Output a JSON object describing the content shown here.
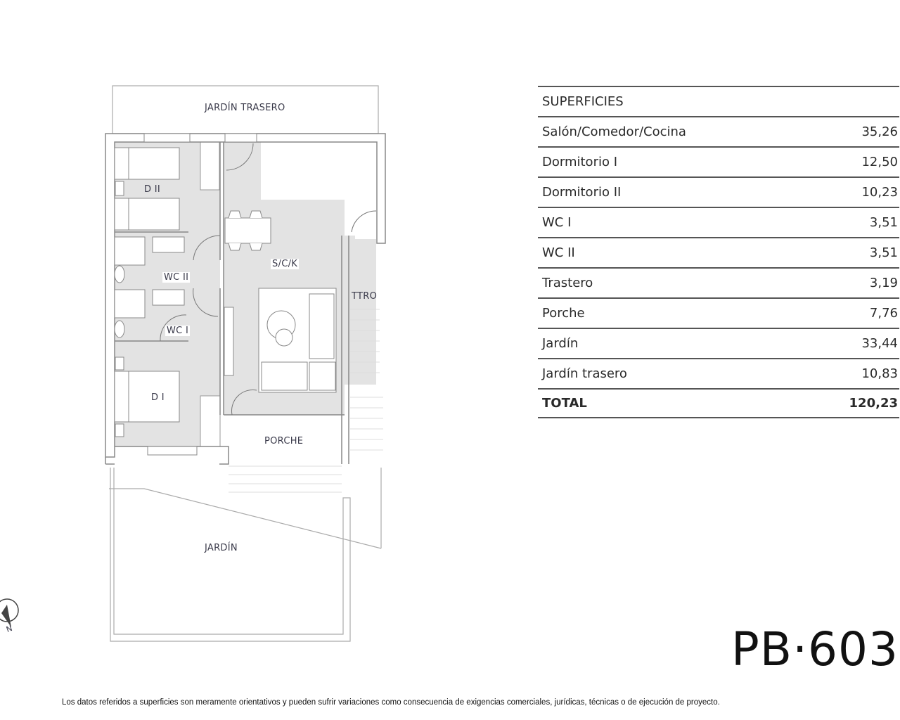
{
  "plan": {
    "labels": {
      "jardin_trasero": "JARDÍN TRASERO",
      "d2": "D II",
      "d1": "D I",
      "wc2": "WC II",
      "wc1": "WC I",
      "sck": "S/C/K",
      "ttro": "TTRO",
      "porche": "PORCHE",
      "jardin": "JARDÍN"
    },
    "compass": {
      "north_label": "N"
    }
  },
  "surfaces": {
    "header": "SUPERFICIES",
    "rows": [
      {
        "label": "Salón/Comedor/Cocina",
        "value": "35,26"
      },
      {
        "label": "Dormitorio I",
        "value": "12,50"
      },
      {
        "label": "Dormitorio II",
        "value": "10,23"
      },
      {
        "label": "WC I",
        "value": "3,51"
      },
      {
        "label": "WC II",
        "value": "3,51"
      },
      {
        "label": "Trastero",
        "value": "3,19"
      },
      {
        "label": "Porche",
        "value": "7,76"
      },
      {
        "label": "Jardín",
        "value": "33,44"
      },
      {
        "label": "Jardín trasero",
        "value": "10,83"
      }
    ],
    "total": {
      "label": "TOTAL",
      "value": "120,23"
    }
  },
  "unit_reference": "PB·603",
  "disclaimer": "Los datos referidos a superficies son meramente orientativos y pueden sufrir variaciones como consecuencia de exigencias comerciales, jurídicas, técnicas o de ejecución de proyecto."
}
